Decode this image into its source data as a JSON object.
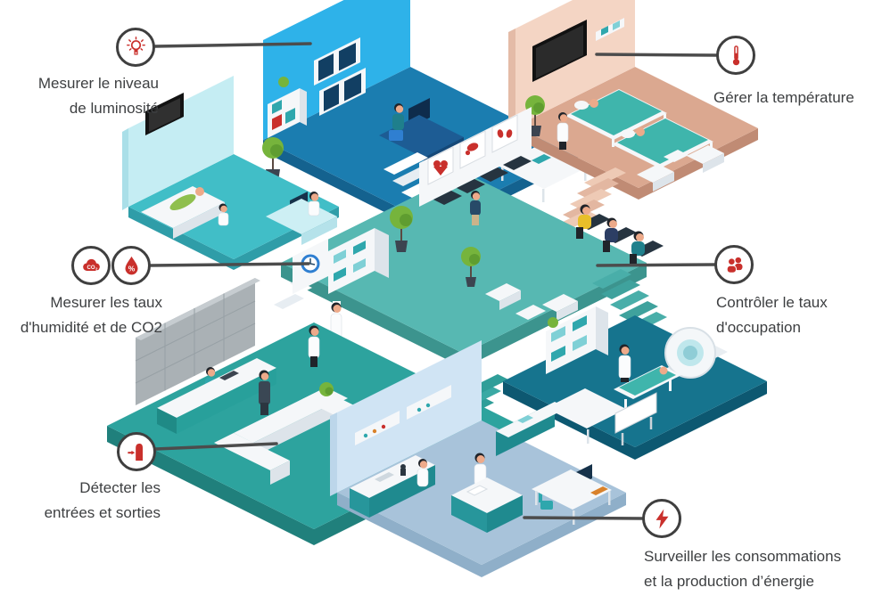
{
  "figure": {
    "type": "isometric hospital infographic with six sensor callouts"
  },
  "colors": {
    "accent_red": "#c9302c",
    "icon_ring": "#3f3f3f",
    "connector_line": "#4c4c4c",
    "label_text": "#3d3f41",
    "office_wall": "#2eb2e9",
    "office_floor": "#1b7db0",
    "patient_wall": "#f4d5c4",
    "patient_floor": "#dba890",
    "exam_wall": "#c5edf3",
    "exam_floor": "#41bec7",
    "waiting_floor": "#57b8b2",
    "mri_floor": "#16748e",
    "reception_floor": "#2da39e",
    "lab_floor": "#a8c3da",
    "lab_wall": "#d0e4f4"
  },
  "callouts": [
    {
      "id": "luminosity",
      "icon": "light-bulb",
      "label": "Mesurer le niveau\nde luminosité"
    },
    {
      "id": "temperature",
      "icon": "thermometer",
      "label": "Gérer la température"
    },
    {
      "id": "humidity_co2",
      "icons": [
        "co2-cloud",
        "humidity-drop"
      ],
      "icon_texts": {
        "co2_main": "CO",
        "co2_sub": "2",
        "percent": "%"
      },
      "label": "Mesurer les taux\nd'humidité et de CO2"
    },
    {
      "id": "occupancy",
      "icon": "people-group",
      "label": "Contrôler le taux\nd'occupation"
    },
    {
      "id": "entries_exits",
      "icon": "door-arrow",
      "label": "Détecter les\nentrées et sorties"
    },
    {
      "id": "energy",
      "icon": "lightning-bolt",
      "label": "Surveiller les consommations\net la production d’énergie"
    }
  ]
}
